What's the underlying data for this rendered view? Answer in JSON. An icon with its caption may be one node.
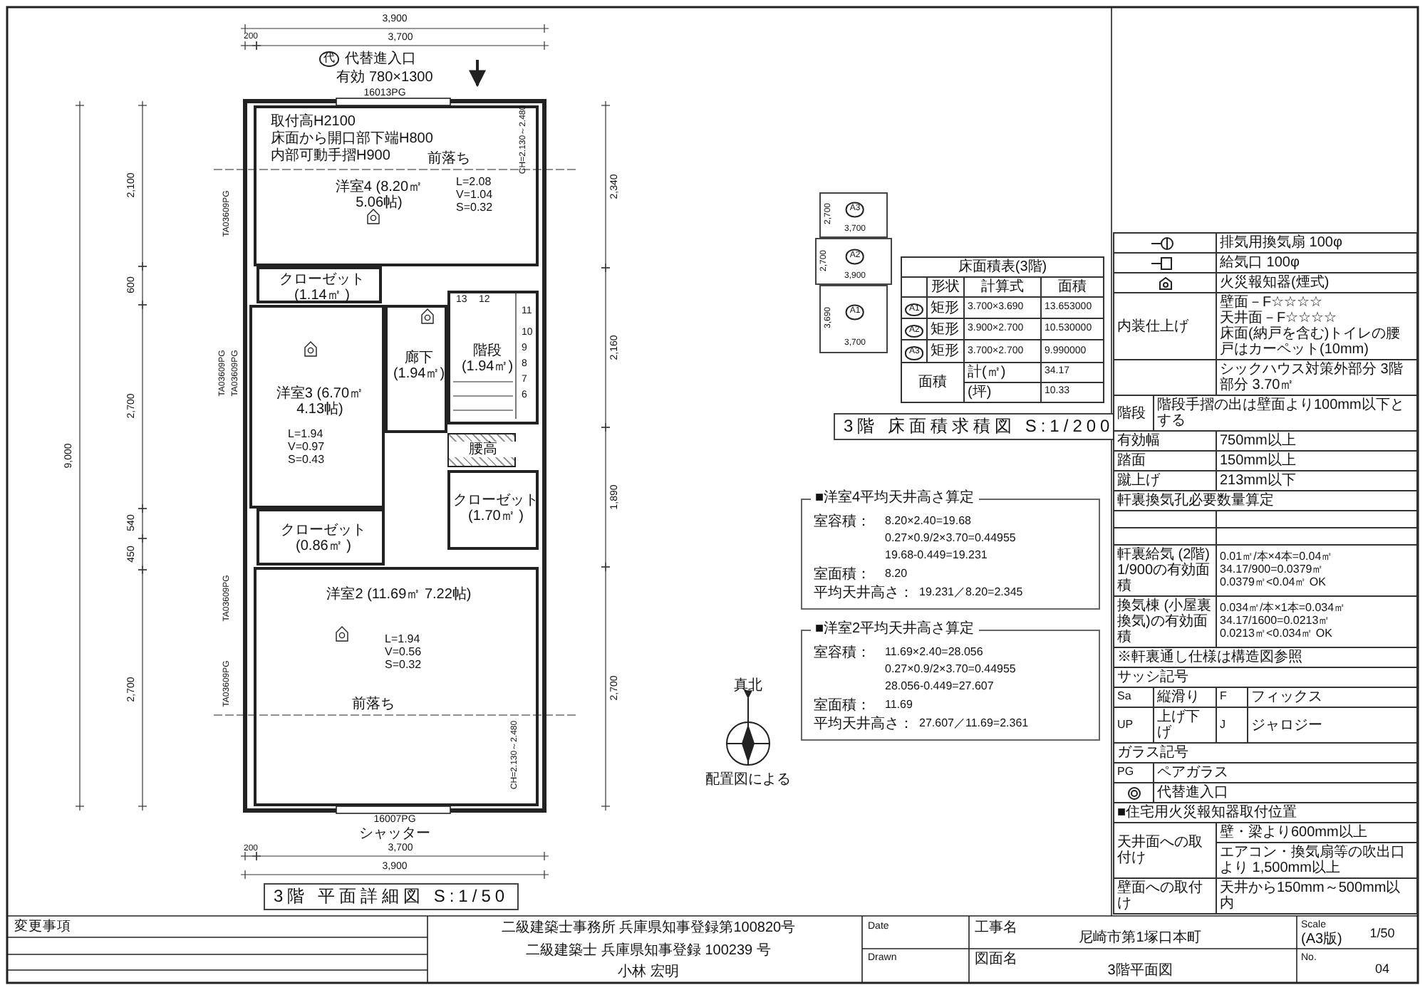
{
  "diagram": {
    "nodes": [
      {
        "text": [
          "洋室4 (8.20㎡ 5.06帖)",
          "L=2.08 V=1.04 S=0.32"
        ]
      },
      {
        "text": [
          "クローゼット (1.14㎡ )"
        ]
      },
      {
        "text": [
          "洋室3 (6.70㎡ 4.13帖)",
          "L=1.94 V=0.97 S=0.43"
        ]
      },
      {
        "text": [
          "廊下 (1.94㎡)"
        ]
      },
      {
        "text": [
          "階段 (1.94㎡)"
        ]
      },
      {
        "text": [
          "腰高"
        ]
      },
      {
        "text": [
          "クローゼット (1.70㎡ )"
        ]
      },
      {
        "text": [
          "クローゼット (0.86㎡ )"
        ]
      },
      {
        "text": [
          "洋室2 (11.69㎡ 7.22帖)",
          "L=1.94 V=0.56 S=0.32"
        ]
      },
      {
        "text": [
          "A3",
          "2,700",
          "3,700"
        ]
      },
      {
        "text": [
          "A2",
          "2,700",
          "3,900"
        ]
      },
      {
        "text": [
          "A1",
          "3,690",
          "3,700"
        ]
      },
      {
        "text": [
          "■洋室4平均天井高さ算定",
          "室容積：",
          "8.20×2.40=19.68",
          "0.27×0.9/2×3.70=0.44955",
          "19.68-0.449=19.231",
          "室面積：",
          "8.20",
          "平均天井高さ：",
          "19.231／8.20=2.345"
        ]
      },
      {
        "text": [
          "■洋室2平均天井高さ算定",
          "室容積：",
          "11.69×2.40=28.056",
          "0.27×0.9/2×3.70=0.44955",
          "28.056-0.449=27.607",
          "室面積：",
          "11.69",
          "平均天井高さ：",
          "27.607／11.69=2.361"
        ]
      }
    ],
    "labels": [
      "3,900",
      "200",
      "3,700",
      "代",
      "代替進入口",
      "有効 780×1300",
      "16013PG",
      "取付高H2100",
      "床面から開口部下端H800",
      "内部可動手摺H900",
      "前落ち",
      "CH=2.130～2.480",
      "TA03609PG",
      "2,100",
      "600",
      "2,700",
      "540",
      "450",
      "2,700",
      "9,000",
      "2,340",
      "2,160",
      "1,890",
      "2,700",
      "13",
      "12",
      "11",
      "10",
      "9",
      "8",
      "7",
      "6",
      "TA03609PG",
      "TA03609PG",
      "TA03609PG",
      "TA03609PG",
      "前落ち",
      "CH=2.130～2.480",
      "16007PG",
      "シャッター",
      "200",
      "3,700",
      "3,900",
      "3階 平面詳細図 S:1/50",
      "床面積表(3階)",
      "形状",
      "計算式",
      "面積",
      "A1",
      "矩形",
      "3.700×3.690",
      "13.653000",
      "A2",
      "矩形",
      "3.900×2.700",
      "10.530000",
      "A3",
      "矩形",
      "3.700×2.700",
      "9.990000",
      "面積",
      "計(㎡)",
      "34.17",
      "(坪)",
      "10.33",
      "3階 床面積求積図 S:1/200",
      "真北",
      "配置図による",
      "排気用換気扇 100φ",
      "給気口 100φ",
      "火災報知器(煙式)",
      "内装仕上げ",
      "壁面－F☆☆☆☆",
      "天井面－F☆☆☆☆",
      "床面(納戸を含む)トイレの腰戸はカーペット(10mm)",
      "シックハウス対策外部分 3階部分 3.70㎡",
      "階段",
      "階段手摺の出は壁面より100mm以下とする",
      "有効幅",
      "750mm以上",
      "踏面",
      "150mm以上",
      "蹴上げ",
      "213mm以下",
      "軒裏換気孔必要数量算定",
      "軒裏給気 (2階) 1/900の有効面積",
      "0.01㎡/本×4本=0.04㎡",
      "34.17/900=0.0379㎡",
      "0.0379㎡<0.04㎡ OK",
      "換気棟 (小屋裏換気)の有効面積",
      "0.034㎡/本×1本=0.034㎡",
      "34.17/1600=0.0213㎡",
      "0.0213㎡<0.034㎡ OK",
      "※軒裏通し仕様は構造図参照",
      "サッシ記号",
      "Sa",
      "縦滑り",
      "F",
      "フィックス",
      "UP",
      "上げ下げ",
      "J",
      "ジャロジー",
      "ガラス記号",
      "PG",
      "ペアガラス",
      "代替進入口",
      "■住宅用火災報知器取付位置",
      "天井面への取付け",
      "壁・梁より600mm以上",
      "エアコン・換気扇等の吹出口より 1,500mm以上",
      "壁面への取付け",
      "天井から150mm～500mm以内",
      "変更事項",
      "二級建築士事務所 兵庫県知事登録第100820号",
      "二級建築士 兵庫県知事登録 100239 号",
      "小林 宏明",
      "Date",
      "Drawn",
      "工事名",
      "尼崎市第1塚口本町",
      "図面名",
      "3階平面図",
      "Scale",
      "(A3版)",
      "1/50",
      "No.",
      "04"
    ]
  }
}
